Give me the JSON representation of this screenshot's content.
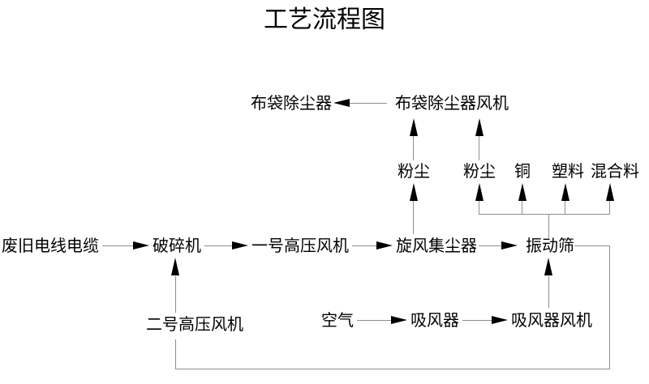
{
  "title": "工艺流程图",
  "colors": {
    "background": "#ffffff",
    "line": "#8f8f8f",
    "arrowhead": "#000000",
    "text": "#000000"
  },
  "nodes": {
    "bag_filter": "布袋除尘器",
    "bag_filter_fan": "布袋除尘器风机",
    "dust1": "粉尘",
    "dust2": "粉尘",
    "copper": "铜",
    "plastic": "塑料",
    "mixture": "混合料",
    "waste_cable": "废旧电线电缆",
    "crusher": "破碎机",
    "fan1": "一号高压风机",
    "cyclone": "旋风集尘器",
    "screen": "振动筛",
    "fan2": "二号高压风机",
    "air": "空气",
    "suction": "吸风器",
    "suction_fan": "吸风器风机"
  },
  "edges": [
    {
      "from": "waste_cable",
      "to": "crusher"
    },
    {
      "from": "crusher",
      "to": "fan1"
    },
    {
      "from": "fan1",
      "to": "cyclone"
    },
    {
      "from": "cyclone",
      "to": "screen"
    },
    {
      "from": "cyclone",
      "to": "dust1"
    },
    {
      "from": "dust1",
      "to": "bag_filter_fan"
    },
    {
      "from": "screen",
      "to": "dust2"
    },
    {
      "from": "screen",
      "to": "copper"
    },
    {
      "from": "screen",
      "to": "plastic"
    },
    {
      "from": "screen",
      "to": "mixture"
    },
    {
      "from": "dust2",
      "to": "bag_filter_fan"
    },
    {
      "from": "bag_filter_fan",
      "to": "bag_filter"
    },
    {
      "from": "air",
      "to": "suction"
    },
    {
      "from": "suction",
      "to": "suction_fan"
    },
    {
      "from": "suction_fan",
      "to": "screen"
    },
    {
      "from": "screen",
      "to": "fan2"
    },
    {
      "from": "fan2",
      "to": "crusher"
    }
  ]
}
